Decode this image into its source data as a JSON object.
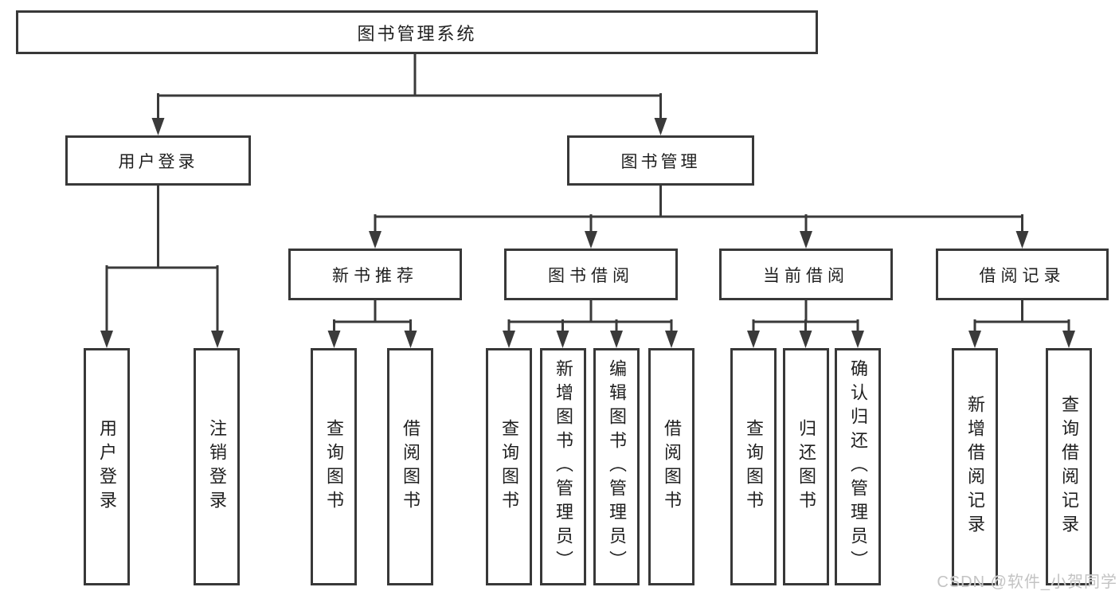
{
  "colors": {
    "line": "#3a3a3a",
    "box_border": "#383838",
    "box_fill": "#ffffff",
    "text": "#1f1f1f",
    "watermark": "#c3c3c3"
  },
  "tree": {
    "root": {
      "label": "图书管理系统",
      "children": [
        {
          "label": "用户登录",
          "children": [
            {
              "label": "用户登录"
            },
            {
              "label": "注销登录"
            }
          ]
        },
        {
          "label": "图书管理",
          "children": [
            {
              "label": "新书推荐",
              "children": [
                {
                  "label": "查询图书"
                },
                {
                  "label": "借阅图书"
                }
              ]
            },
            {
              "label": "图书借阅",
              "children": [
                {
                  "label": "查询图书"
                },
                {
                  "label": "新增图书（管理员）"
                },
                {
                  "label": "编辑图书（管理员）"
                },
                {
                  "label": "借阅图书"
                }
              ]
            },
            {
              "label": "当前借阅",
              "children": [
                {
                  "label": "查询图书"
                },
                {
                  "label": "归还图书"
                },
                {
                  "label": "确认归还（管理员）"
                }
              ]
            },
            {
              "label": "借阅记录",
              "children": [
                {
                  "label": "新增借阅记录"
                },
                {
                  "label": "查询借阅记录"
                }
              ]
            }
          ]
        }
      ]
    }
  },
  "watermark": {
    "text": "CSDN @软件_小贺同学"
  }
}
